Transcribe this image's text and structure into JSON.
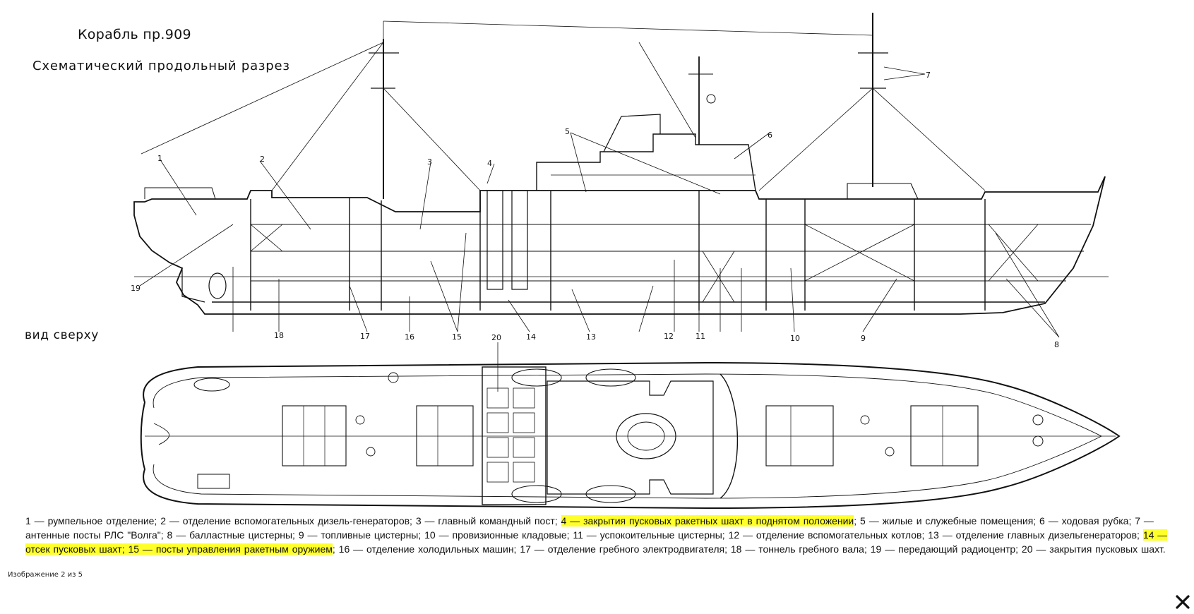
{
  "title": "Корабль пр.909",
  "subtitle": "Схематический продольный разрез",
  "top_view_label": "вид сверху",
  "callouts": [
    "1",
    "2",
    "3",
    "4",
    "5",
    "6",
    "7",
    "8",
    "9",
    "10",
    "11",
    "12",
    "13",
    "14",
    "15",
    "16",
    "17",
    "18",
    "19",
    "20"
  ],
  "legend": [
    {
      "text": "1 — румпельное отделение; 2 — отделение вспомогательных дизель-генераторов; 3 — главный командный пост; ",
      "highlight": false
    },
    {
      "text": "4 — закрытия пусковых ракетных шахт в поднятом положении",
      "highlight": true
    },
    {
      "text": "; 5 — жилые и служебные помещения; 6 — ходовая рубка; 7 — антенные посты РЛС \"Волга\"; 8 — балластные цистерны; 9 — топливные цистерны; 10 — провизионные кладовые; 11 — успокоительные цистерны; 12 — отделение вспомогательных котлов; 13 — отделение главных дизельгенераторов; ",
      "highlight": false
    },
    {
      "text": "14 — отсек пусковых шахт; 15 — посты управления ракетным оружием",
      "highlight": true
    },
    {
      "text": "; 16 — отделение холодильных машин; 17 — отделение гребного электродвигателя; 18 — тоннель гребного вала; 19 — передающий радиоцентр; 20 — закрытия пусковых шахт.",
      "highlight": false
    }
  ],
  "counter": "Изображение 2 из 5",
  "close_icon": "close-icon"
}
